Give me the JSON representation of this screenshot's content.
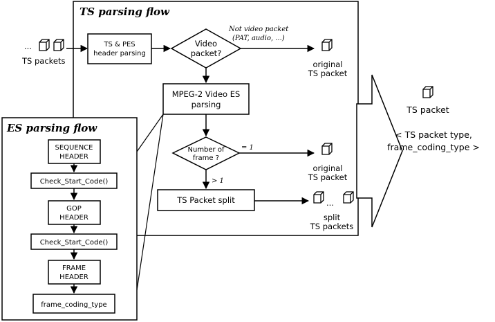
{
  "ts_flow": {
    "title": "TS parsing flow",
    "input_label": "TS packets",
    "ellipsis": "...",
    "header_box": [
      "TS & PES",
      "header parsing"
    ],
    "decision_video": [
      "Video",
      "packet?"
    ],
    "not_video_label": [
      "Not video packet",
      "(PAT, audio, ...)"
    ],
    "original_packet_1": [
      "original",
      "TS packet"
    ],
    "es_box": [
      "MPEG-2 Video ES",
      "parsing"
    ],
    "decision_frames": [
      "Number of",
      "frame ?"
    ],
    "eq_one_label": "= 1",
    "gt_one_label": "> 1",
    "original_packet_2": [
      "original",
      "TS packet"
    ],
    "split_box": "TS Packet split",
    "split_packets": [
      "split",
      "TS packets"
    ]
  },
  "es_flow": {
    "title": "ES parsing flow",
    "steps": [
      [
        "SEQUENCE",
        "HEADER"
      ],
      [
        "Check_Start_Code()"
      ],
      [
        "GOP",
        "HEADER"
      ],
      [
        "Check_Start_Code()"
      ],
      [
        "FRAME",
        "HEADER"
      ],
      [
        "frame_coding_type"
      ]
    ]
  },
  "output": {
    "packet_label": "TS packet",
    "type_label": [
      "< TS packet type,",
      "frame_coding_type >"
    ]
  }
}
